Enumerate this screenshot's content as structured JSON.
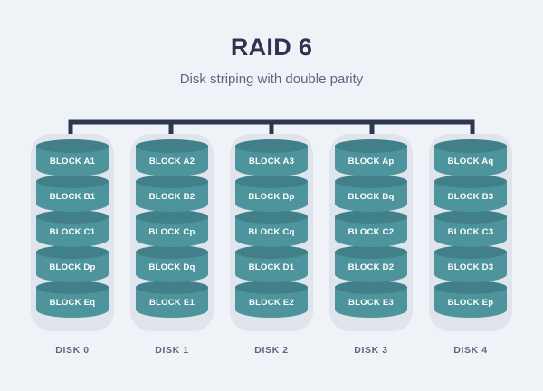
{
  "header": {
    "title": "RAID 6",
    "subtitle": "Disk striping with double parity"
  },
  "colors": {
    "background": "#eff2f6",
    "title": "#2c3550",
    "subtitle": "#5d6880",
    "bus": "#2d3750",
    "case": "#dfe4ed",
    "cylinder_body": "#4d949c",
    "cylinder_top": "#418089",
    "block_label": "#ffffff",
    "disk_label": "#5d6880"
  },
  "connector": {
    "name": "striping-bus",
    "drop_count": 5
  },
  "disks": [
    {
      "name": "DISK 0",
      "blocks": [
        "BLOCK A1",
        "BLOCK B1",
        "BLOCK C1",
        "BLOCK Dp",
        "BLOCK Eq"
      ]
    },
    {
      "name": "DISK 1",
      "blocks": [
        "BLOCK A2",
        "BLOCK B2",
        "BLOCK Cp",
        "BLOCK Dq",
        "BLOCK E1"
      ]
    },
    {
      "name": "DISK 2",
      "blocks": [
        "BLOCK A3",
        "BLOCK Bp",
        "BLOCK Cq",
        "BLOCK D1",
        "BLOCK E2"
      ]
    },
    {
      "name": "DISK 3",
      "blocks": [
        "BLOCK Ap",
        "BLOCK Bq",
        "BLOCK C2",
        "BLOCK D2",
        "BLOCK E3"
      ]
    },
    {
      "name": "DISK 4",
      "blocks": [
        "BLOCK Aq",
        "BLOCK B3",
        "BLOCK C3",
        "BLOCK D3",
        "BLOCK Ep"
      ]
    }
  ]
}
